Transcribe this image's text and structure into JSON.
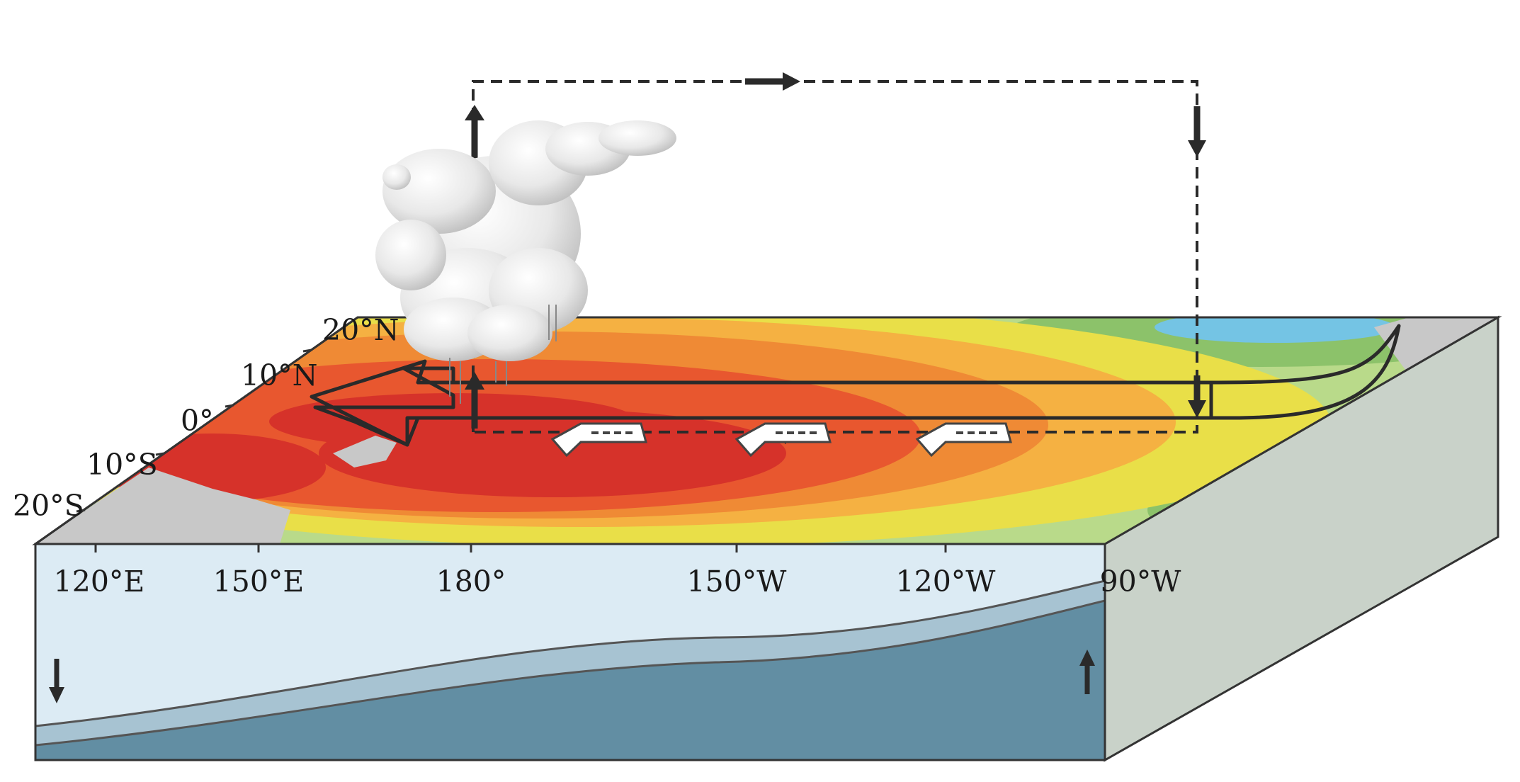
{
  "latitude_labels": [
    "20°N",
    "10°N",
    "0°",
    "10°S",
    "20°S"
  ],
  "longitude_labels": [
    "120°E",
    "150°E",
    "180°",
    "150°W",
    "120°W",
    "90°W"
  ],
  "colors": {
    "warm_pool": "#d6322a",
    "warm": "#e8572f",
    "orange": "#ef8a35",
    "light_orange": "#f5b142",
    "yellow": "#e9df48",
    "light_green": "#b9da8a",
    "green": "#8cc26a",
    "cool_blue": "#74c4e4",
    "land": "#c8c8c8",
    "upper_ocean": "#dcebf4",
    "thermocline": "#a7c3d2",
    "deep_ocean": "#628ea3",
    "side_face": "#c9d2c9",
    "circulation_line": "#2a2a2a",
    "cloud": "#e6e6e6"
  },
  "icons": {
    "cloud": "convection-cloud-icon",
    "trade_wind": "trade-wind-arrow-icon",
    "up_arrow": "up-arrow-icon",
    "down_arrow": "down-arrow-icon",
    "right_arrow": "right-arrow-icon",
    "left_arrow": "left-arrow-icon"
  }
}
